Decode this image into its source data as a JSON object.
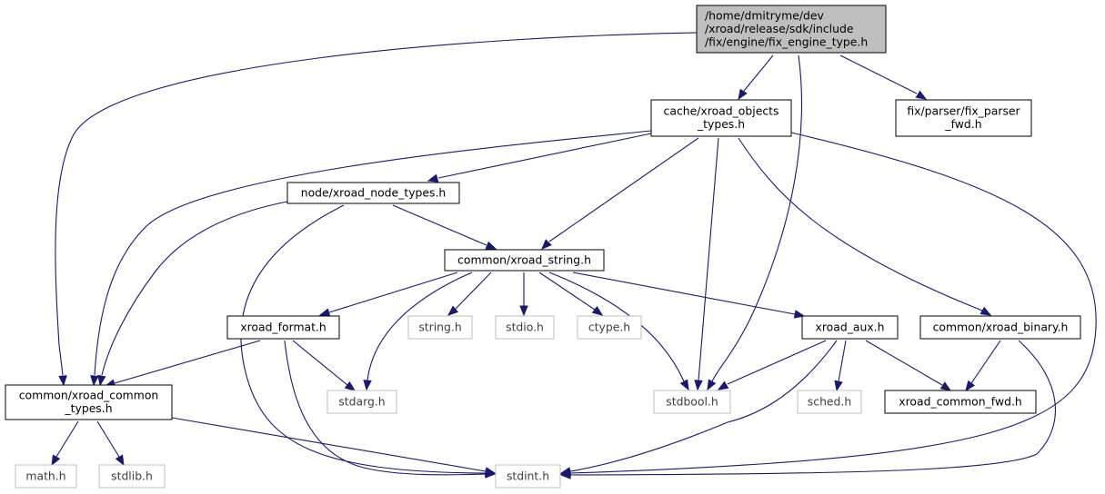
{
  "diagram": {
    "nodes": [
      {
        "id": "root",
        "lines": [
          "/home/dmitryme/dev",
          "/xroad/release/sdk/include",
          "/fix/engine/fix_engine_type.h"
        ],
        "style": "root"
      },
      {
        "id": "objtypes",
        "lines": [
          "cache/xroad_objects",
          "_types.h"
        ],
        "style": "normal"
      },
      {
        "id": "parserfwd",
        "lines": [
          "fix/parser/fix_parser",
          "_fwd.h"
        ],
        "style": "normal"
      },
      {
        "id": "nodetypes",
        "lines": [
          "node/xroad_node_types.h"
        ],
        "style": "normal"
      },
      {
        "id": "string",
        "lines": [
          "common/xroad_string.h"
        ],
        "style": "normal"
      },
      {
        "id": "format",
        "lines": [
          "xroad_format.h"
        ],
        "style": "normal"
      },
      {
        "id": "stringh",
        "lines": [
          "string.h"
        ],
        "style": "system"
      },
      {
        "id": "stdioh",
        "lines": [
          "stdio.h"
        ],
        "style": "system"
      },
      {
        "id": "ctypeh",
        "lines": [
          "ctype.h"
        ],
        "style": "system"
      },
      {
        "id": "aux",
        "lines": [
          "xroad_aux.h"
        ],
        "style": "normal"
      },
      {
        "id": "binary",
        "lines": [
          "common/xroad_binary.h"
        ],
        "style": "normal"
      },
      {
        "id": "commontypes",
        "lines": [
          "common/xroad_common",
          "_types.h"
        ],
        "style": "normal"
      },
      {
        "id": "stdargh",
        "lines": [
          "stdarg.h"
        ],
        "style": "system"
      },
      {
        "id": "stdboolh",
        "lines": [
          "stdbool.h"
        ],
        "style": "system"
      },
      {
        "id": "schedh",
        "lines": [
          "sched.h"
        ],
        "style": "system"
      },
      {
        "id": "commonfwd",
        "lines": [
          "xroad_common_fwd.h"
        ],
        "style": "normal"
      },
      {
        "id": "mathh",
        "lines": [
          "math.h"
        ],
        "style": "system"
      },
      {
        "id": "stdlibh",
        "lines": [
          "stdlib.h"
        ],
        "style": "system"
      },
      {
        "id": "stdinth",
        "lines": [
          "stdint.h"
        ],
        "style": "system"
      }
    ],
    "edges": [
      {
        "from": "root",
        "to": "commontypes"
      },
      {
        "from": "root",
        "to": "objtypes"
      },
      {
        "from": "root",
        "to": "stdboolh"
      },
      {
        "from": "root",
        "to": "parserfwd"
      },
      {
        "from": "objtypes",
        "to": "commontypes"
      },
      {
        "from": "objtypes",
        "to": "nodetypes"
      },
      {
        "from": "objtypes",
        "to": "string"
      },
      {
        "from": "objtypes",
        "to": "stdboolh"
      },
      {
        "from": "objtypes",
        "to": "binary"
      },
      {
        "from": "objtypes",
        "to": "stdinth"
      },
      {
        "from": "nodetypes",
        "to": "commontypes"
      },
      {
        "from": "nodetypes",
        "to": "string"
      },
      {
        "from": "nodetypes",
        "to": "stdinth"
      },
      {
        "from": "string",
        "to": "format"
      },
      {
        "from": "string",
        "to": "stdargh"
      },
      {
        "from": "string",
        "to": "stringh"
      },
      {
        "from": "string",
        "to": "stdioh"
      },
      {
        "from": "string",
        "to": "ctypeh"
      },
      {
        "from": "string",
        "to": "stdboolh"
      },
      {
        "from": "string",
        "to": "aux"
      },
      {
        "from": "format",
        "to": "commontypes"
      },
      {
        "from": "format",
        "to": "stdargh"
      },
      {
        "from": "format",
        "to": "stdinth"
      },
      {
        "from": "aux",
        "to": "stdboolh"
      },
      {
        "from": "aux",
        "to": "schedh"
      },
      {
        "from": "aux",
        "to": "commonfwd"
      },
      {
        "from": "aux",
        "to": "stdinth"
      },
      {
        "from": "binary",
        "to": "commonfwd"
      },
      {
        "from": "binary",
        "to": "stdinth"
      },
      {
        "from": "commontypes",
        "to": "mathh"
      },
      {
        "from": "commontypes",
        "to": "stdlibh"
      },
      {
        "from": "commontypes",
        "to": "stdinth"
      }
    ]
  }
}
